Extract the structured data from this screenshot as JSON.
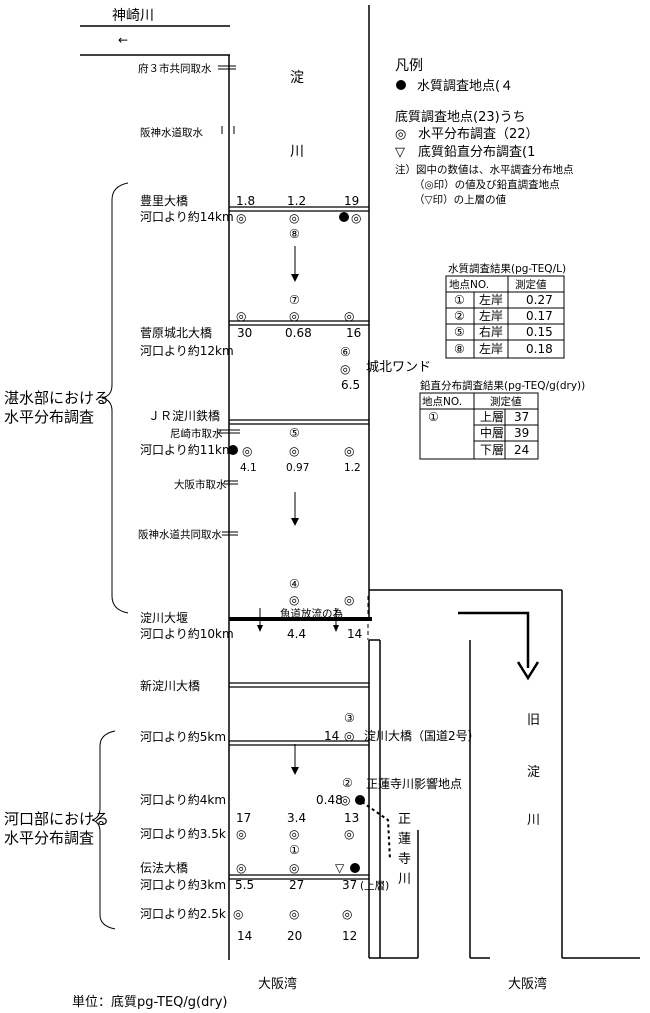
{
  "top_river": "神崎川",
  "river_yodo": [
    "淀",
    "川"
  ],
  "legend": {
    "title": "凡例",
    "water_point": "水質調査地点(４",
    "sediment": "底質調査地点(23)うち",
    "horizontal": "水平分布調査（22）",
    "vertical": "底質鉛直分布調査(1",
    "note1": "注）図中の数値は、水平調査分布地点",
    "note2": "（◎印）の値及び鉛直調査地点",
    "note3": "（▽印）の上層の値"
  },
  "water_table": {
    "title": "水質調査結果(pg-TEQ/L)",
    "headers": [
      "地点NO.",
      "測定値"
    ],
    "rows": [
      {
        "no": "①",
        "side": "左岸",
        "value": "0.27"
      },
      {
        "no": "②",
        "side": "左岸",
        "value": "0.17"
      },
      {
        "no": "⑤",
        "side": "右岸",
        "value": "0.15"
      },
      {
        "no": "⑧",
        "side": "左岸",
        "value": "0.18"
      }
    ]
  },
  "vertical_table": {
    "title": "鉛直分布調査結果(pg-TEQ/g(dry))",
    "headers": [
      "地点NO.",
      "測定値"
    ],
    "no": "①",
    "rows": [
      {
        "layer": "上層",
        "value": "37"
      },
      {
        "layer": "中層",
        "value": "39"
      },
      {
        "layer": "下層",
        "value": "24"
      }
    ]
  },
  "labels": {
    "intake_fu3": "府３市共同取水",
    "intake_hanshin": "阪神水道取水",
    "toyosato": "豊里大橋",
    "km14": "河口より約14km",
    "sugahara": "菅原城北大橋",
    "km12": "河口より約12km",
    "jr": "ＪＲ淀川鉄橋",
    "amagasaki": "尼崎市取水",
    "km11": "河口より約11km",
    "osaka_intake": "大阪市取水",
    "hanshin_kyodo": "阪神水道共同取水",
    "yodo_weir": "淀川大堰",
    "km10": "河口より約10km",
    "shin_yodo": "新淀川大橋",
    "km5": "河口より約5km",
    "km4": "河口より約4km",
    "km35": "河口より約3.5k",
    "denpo": "伝法大橋",
    "km3": "河口より約3km",
    "km25": "河口より約2.5k",
    "jouhoku_wando": "城北ワンド",
    "fish_way": "魚道放流の為",
    "yodo_bridge_r2": "淀川大橋（国道2号）",
    "shorenji_point": "正蓮寺川影響地点",
    "shorenji_river": [
      "正",
      "蓮",
      "寺",
      "川"
    ],
    "kyu_yodo": [
      "旧",
      "淀",
      "川"
    ],
    "osaka_bay": "大阪湾",
    "upper_layer": "(上層)",
    "unit": "単位：底質pg-TEQ/g(dry)"
  },
  "side_labels": {
    "tansui": [
      "湛水部における",
      "水平分布調査"
    ],
    "kako": [
      "河口部における",
      "水平分布調査"
    ]
  },
  "values": {
    "r14": [
      "1.8",
      "1.2",
      "19"
    ],
    "r12": [
      "30",
      "0.68",
      "16"
    ],
    "wando": "6.5",
    "r11": [
      "4.1",
      "0.97",
      "1.2"
    ],
    "r10": [
      "4.4",
      "14"
    ],
    "r5": "14",
    "r4": [
      "17",
      "3.4",
      "13",
      "0.48"
    ],
    "r3": [
      "5.5",
      "27",
      "37"
    ],
    "r25": [
      "14",
      "20",
      "12"
    ]
  },
  "point_numbers": [
    "①",
    "②",
    "③",
    "④",
    "⑤",
    "⑥",
    "⑦",
    "⑧"
  ],
  "symbols": {
    "double_circle": "◎",
    "triangle": "▽"
  }
}
